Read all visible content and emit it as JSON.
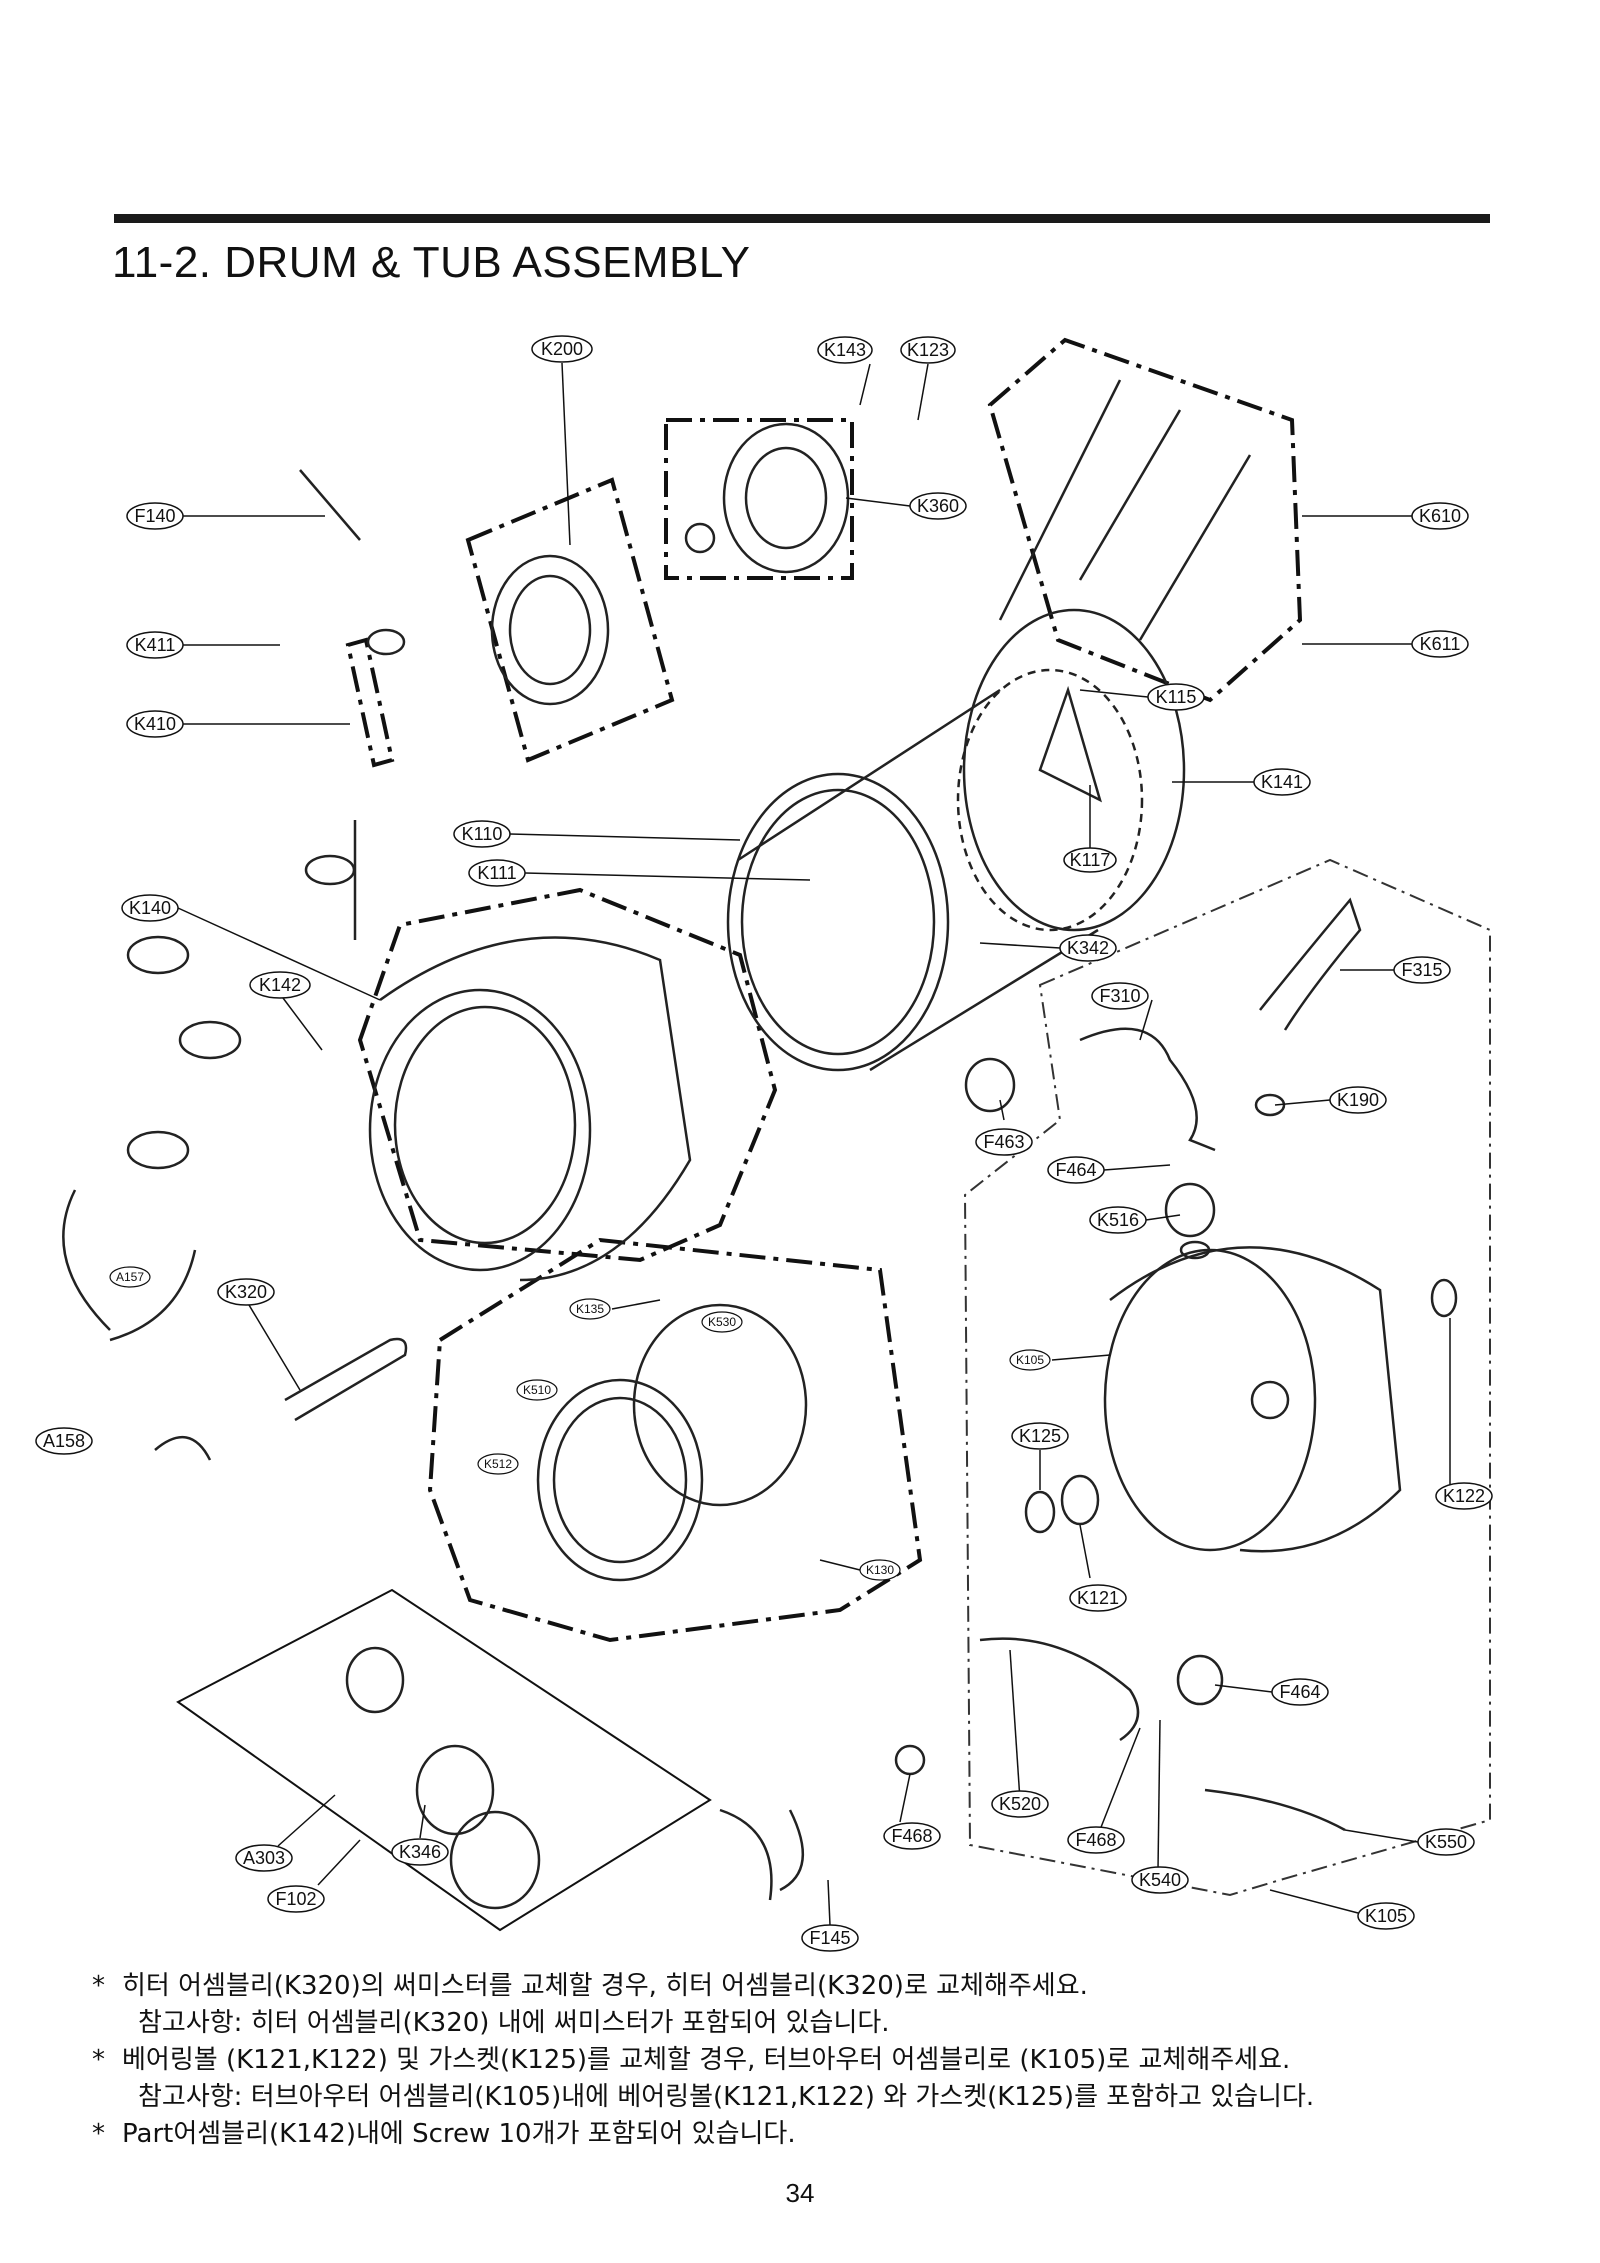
{
  "header": {
    "title": "11-2. DRUM & TUB ASSEMBLY"
  },
  "diagram": {
    "callouts": [
      {
        "id": "K200",
        "label": "K200"
      },
      {
        "id": "K143",
        "label": "K143"
      },
      {
        "id": "K123",
        "label": "K123"
      },
      {
        "id": "F140",
        "label": "F140"
      },
      {
        "id": "K360",
        "label": "K360"
      },
      {
        "id": "K610",
        "label": "K610"
      },
      {
        "id": "K411",
        "label": "K411"
      },
      {
        "id": "K611",
        "label": "K611"
      },
      {
        "id": "K410",
        "label": "K410"
      },
      {
        "id": "K115",
        "label": "K115"
      },
      {
        "id": "K141",
        "label": "K141"
      },
      {
        "id": "K110",
        "label": "K110"
      },
      {
        "id": "K111",
        "label": "K111"
      },
      {
        "id": "K117",
        "label": "K117"
      },
      {
        "id": "K140",
        "label": "K140"
      },
      {
        "id": "K342",
        "label": "K342"
      },
      {
        "id": "K142",
        "label": "K142"
      },
      {
        "id": "F315",
        "label": "F315"
      },
      {
        "id": "F310",
        "label": "F310"
      },
      {
        "id": "K190",
        "label": "K190"
      },
      {
        "id": "F463",
        "label": "F463"
      },
      {
        "id": "F464a",
        "label": "F464"
      },
      {
        "id": "K516",
        "label": "K516"
      },
      {
        "id": "A157",
        "label": "A157"
      },
      {
        "id": "K320",
        "label": "K320"
      },
      {
        "id": "K135",
        "label": "K135"
      },
      {
        "id": "K530",
        "label": "K530"
      },
      {
        "id": "K105a",
        "label": "K105"
      },
      {
        "id": "K510",
        "label": "K510"
      },
      {
        "id": "K125",
        "label": "K125"
      },
      {
        "id": "A158",
        "label": "A158"
      },
      {
        "id": "K512",
        "label": "K512"
      },
      {
        "id": "K122",
        "label": "K122"
      },
      {
        "id": "K130",
        "label": "K130"
      },
      {
        "id": "K121",
        "label": "K121"
      },
      {
        "id": "F464b",
        "label": "F464"
      },
      {
        "id": "K520",
        "label": "K520"
      },
      {
        "id": "F468a",
        "label": "F468"
      },
      {
        "id": "F468b",
        "label": "F468"
      },
      {
        "id": "A303",
        "label": "A303"
      },
      {
        "id": "K346",
        "label": "K346"
      },
      {
        "id": "K550",
        "label": "K550"
      },
      {
        "id": "K540",
        "label": "K540"
      },
      {
        "id": "F102",
        "label": "F102"
      },
      {
        "id": "K105b",
        "label": "K105"
      },
      {
        "id": "F145",
        "label": "F145"
      }
    ]
  },
  "notes": [
    {
      "star": "*",
      "text": "히터 어셈블리(K320)의 써미스터를 교체할 경우, 히터 어셈블리(K320)로 교체해주세요."
    },
    {
      "star": "",
      "text": "참고사항: 히터 어셈블리(K320) 내에 써미스터가 포함되어 있습니다."
    },
    {
      "star": "*",
      "text": "베어링볼 (K121,K122) 및 가스켓(K125)를 교체할 경우, 터브아우터 어셈블리로 (K105)로 교체해주세요."
    },
    {
      "star": "",
      "text": "참고사항: 터브아우터 어셈블리(K105)내에 베어링볼(K121,K122) 와 가스켓(K125)를 포함하고 있습니다."
    },
    {
      "star": "*",
      "text": "Part어셈블리(K142)내에 Screw 10개가 포함되어 있습니다."
    }
  ],
  "footer": {
    "page_number": "34"
  }
}
